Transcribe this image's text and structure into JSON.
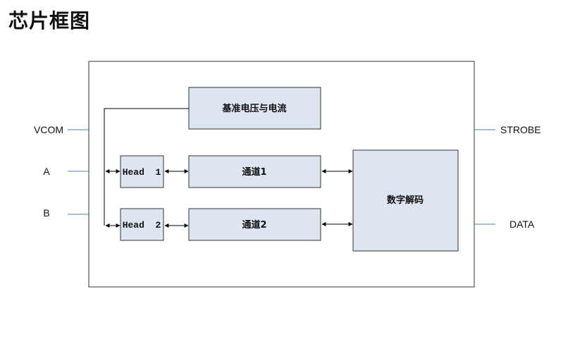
{
  "title": "芯片框图",
  "pins": {
    "left": [
      "VCOM",
      "A",
      "B"
    ],
    "right": [
      "STROBE",
      "DATA"
    ]
  },
  "blocks": {
    "reference": "基准电压与电流",
    "head1": "Head  1",
    "head2": "Head  2",
    "channel1": "通道1",
    "channel2": "通道2",
    "decoder": "数字解码"
  },
  "colors": {
    "block_fill": "#dde5f1",
    "block_stroke": "#333333",
    "pin_line": "#4f81bd",
    "wire": "#000000"
  }
}
